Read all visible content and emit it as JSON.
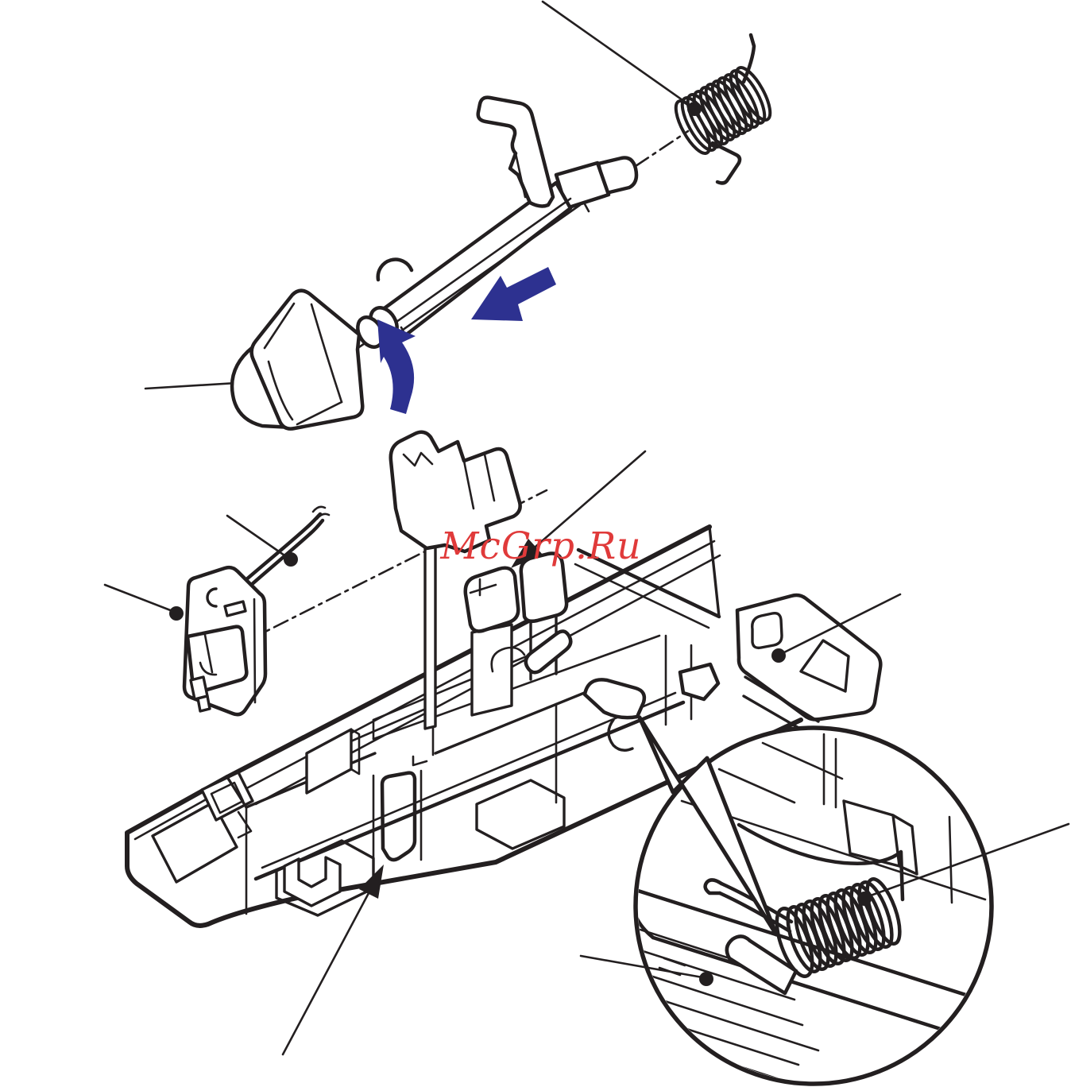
{
  "diagram": {
    "kind": "exploded-parts-service-diagram",
    "watermark": {
      "text": "McGrp.Ru",
      "color": "#e03a3a"
    },
    "colors": {
      "line": "#231f20",
      "highlight_red": "#ec1c24",
      "arrow_blue": "#2d3190",
      "background": "#ffffff"
    },
    "parts": [
      {
        "name": "tension-spring-top"
      },
      {
        "name": "release-lever-shaft"
      },
      {
        "name": "lever-knob-cam"
      },
      {
        "name": "sensor-unit-with-wire"
      },
      {
        "name": "chassis-frame"
      },
      {
        "name": "red-holder-cap"
      },
      {
        "name": "red-rubber-pad"
      },
      {
        "name": "right-guide-bracket"
      },
      {
        "name": "detail-spring-on-shaft"
      },
      {
        "name": "detail-paper-guide"
      }
    ],
    "callouts": [
      {
        "target": "tension-spring-top",
        "style": "line-with-dot"
      },
      {
        "target": "lever-knob-cam",
        "style": "line-with-dot"
      },
      {
        "target": "wire-harness",
        "style": "line-with-dot"
      },
      {
        "target": "sensor-plate",
        "style": "line-with-dot"
      },
      {
        "target": "red-holder-cap",
        "style": "line-with-arrowhead"
      },
      {
        "target": "right-guide-bracket",
        "style": "line-with-dot"
      },
      {
        "target": "red-rubber-pad",
        "style": "line-with-arrowhead"
      },
      {
        "target": "detail-spring",
        "style": "line-with-dot"
      },
      {
        "target": "detail-guide-surface",
        "style": "line-with-dot"
      }
    ],
    "arrows": [
      {
        "name": "insert-direction-arrow",
        "shape": "straight",
        "pointing": "down-left"
      },
      {
        "name": "rotate-direction-arrow",
        "shape": "curved",
        "pointing": "up"
      }
    ]
  }
}
